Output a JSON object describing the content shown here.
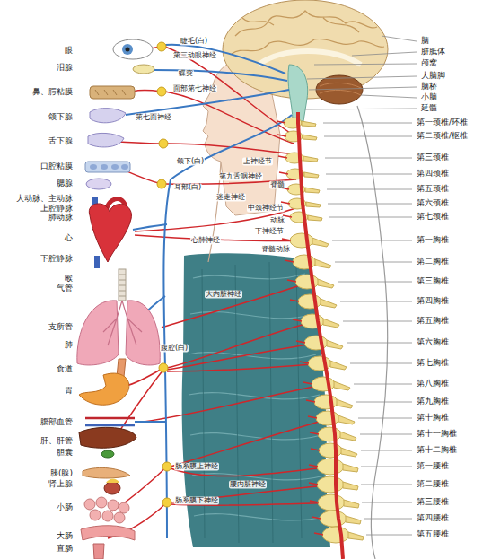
{
  "diagram": {
    "labels": [
      "眼",
      "泪腺",
      "鼻、腭粘膜",
      "颌下腺",
      "舌下腺",
      "口腔粘膜",
      "腮腺",
      "大动脉、主动脉",
      "上腔静脉",
      "肺动脉",
      "心",
      "下腔静脉",
      "喉",
      "气管",
      "支所管",
      "肺",
      "食道",
      "胃",
      "腹部血管",
      "肝、肝管",
      "胆囊",
      "胰(腺)",
      "肾上腺",
      "小肠",
      "大肠",
      "直肠",
      "睫毛(白)",
      "第三动眼神经",
      "蝶突",
      "面部第七神经",
      "第七面神经",
      "颌下(白)",
      "耳部(白)",
      "第九舌咽神经",
      "迷走神经",
      "上神经节",
      "中颈神经节",
      "脊髓",
      "动脉",
      "下神经节",
      "脊髓动脉",
      "心肺神经",
      "大内脏神经",
      "腹腔(白)",
      "肠系膜上神经",
      "肠系膜下神经",
      "腰内脏神经",
      "脑",
      "胼胝体",
      "颅窝",
      "大脑脚",
      "脑桥",
      "小脑",
      "延髓",
      "第一颈椎/环椎",
      "第二颈椎/枢椎",
      "第三颈椎",
      "第四颈椎",
      "第五颈椎",
      "第六颈椎",
      "第七颈椎",
      "第一胸椎",
      "第二胸椎",
      "第三胸椎",
      "第四胸椎",
      "第五胸椎",
      "第六胸椎",
      "第七胸椎",
      "第八胸椎",
      "第九胸椎",
      "第十胸椎",
      "第十一胸椎",
      "第十二胸椎",
      "第一腰椎",
      "第二腰椎",
      "第三腰椎",
      "第四腰椎",
      "第五腰椎"
    ]
  }
}
